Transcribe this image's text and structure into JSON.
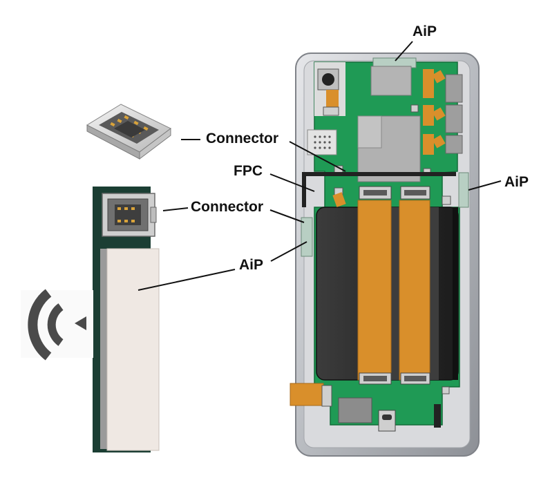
{
  "labels": {
    "aip_top": "AiP",
    "connector_top": "Connector",
    "fpc": "FPC",
    "aip_right": "AiP",
    "connector_module": "Connector",
    "aip_module": "AiP"
  },
  "icons": {
    "wireless": "wifi-signal-icon"
  },
  "colors": {
    "pcb_green": "#1f9a55",
    "fpc_orange": "#d98f2b",
    "battery_dark": "#2f2f2f",
    "frame_silver": "#c9cbcf",
    "antenna_panel": "#efe8e3",
    "module_dark_green": "#1b3e33"
  }
}
